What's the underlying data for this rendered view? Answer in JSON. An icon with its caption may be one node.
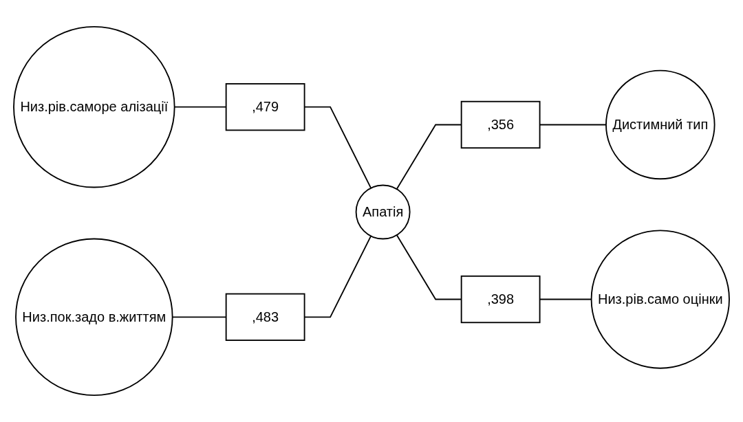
{
  "diagram": {
    "nodes": [
      {
        "text": [
          "Низ.рів.саморе алізації"
        ]
      },
      {
        "text": [
          "Дистимний тип"
        ]
      },
      {
        "text": [
          ",479"
        ]
      },
      {
        "text": [
          ",356"
        ]
      },
      {
        "text": [
          "Апатія"
        ]
      },
      {
        "text": [
          ",483"
        ]
      },
      {
        "text": [
          ",398"
        ]
      },
      {
        "text": [
          "Низ.пок.задо в.життям"
        ]
      },
      {
        "text": [
          "Низ.рів.само оцінки"
        ]
      }
    ],
    "edges": [
      {
        "from": 0,
        "to": 2,
        "arrow": "none"
      },
      {
        "from": 2,
        "to": 4,
        "arrow": "none"
      },
      {
        "from": 4,
        "to": 3,
        "arrow": "none"
      },
      {
        "from": 3,
        "to": 1,
        "arrow": "none"
      },
      {
        "from": 7,
        "to": 5,
        "arrow": "none"
      },
      {
        "from": 5,
        "to": 4,
        "arrow": "none"
      },
      {
        "from": 4,
        "to": 6,
        "arrow": "none"
      },
      {
        "from": 6,
        "to": 8,
        "arrow": "none"
      }
    ]
  }
}
